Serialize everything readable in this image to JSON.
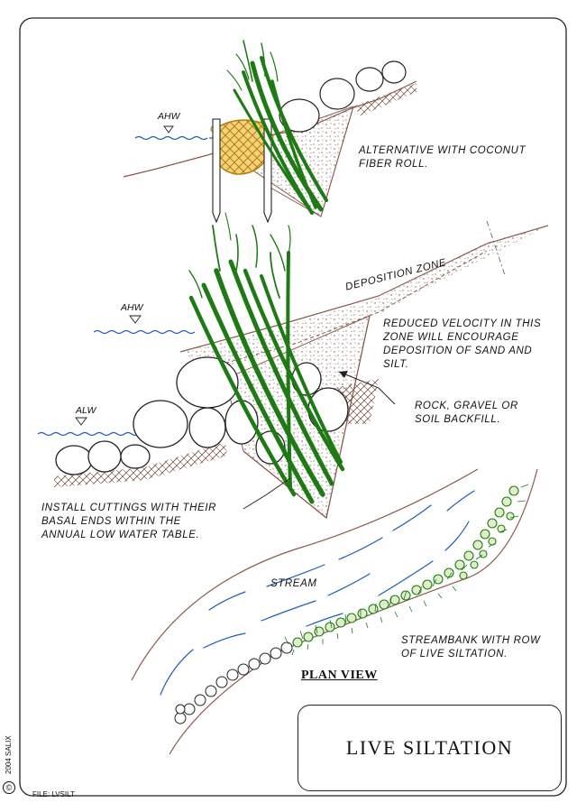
{
  "sheet": {
    "title": "LIVE SILTATION",
    "copyright_symbol": "©",
    "copyright_text": "2004 SALIX",
    "file_label": "FILE: LVSILT"
  },
  "top_section": {
    "water_label": "AHW",
    "callout": "ALTERNATIVE WITH COCONUT\nFIBER ROLL."
  },
  "middle_section": {
    "high_water_label": "AHW",
    "low_water_label": "ALW",
    "deposition_zone_label": "DEPOSITION ZONE",
    "velocity_note": "REDUCED VELOCITY IN THIS\nZONE WILL ENCOURAGE\nDEPOSITION OF SAND AND\nSILT.",
    "backfill_note": "ROCK, GRAVEL OR\nSOIL BACKFILL.",
    "cuttings_note": "INSTALL CUTTINGS WITH THEIR\nBASAL ENDS WITHIN THE\nANNUAL LOW WATER TABLE."
  },
  "plan_section": {
    "heading": "PLAN VIEW",
    "stream_label": "STREAM",
    "streambank_note": "STREAMBANK WITH ROW\nOF LIVE SILTATION."
  },
  "colors": {
    "border": "#222222",
    "water": "#1f5fb4",
    "vegetation": "#1e7a14",
    "coconut_roll": "#d6a21e",
    "soil": "#9b6b55",
    "ink": "#111111"
  }
}
